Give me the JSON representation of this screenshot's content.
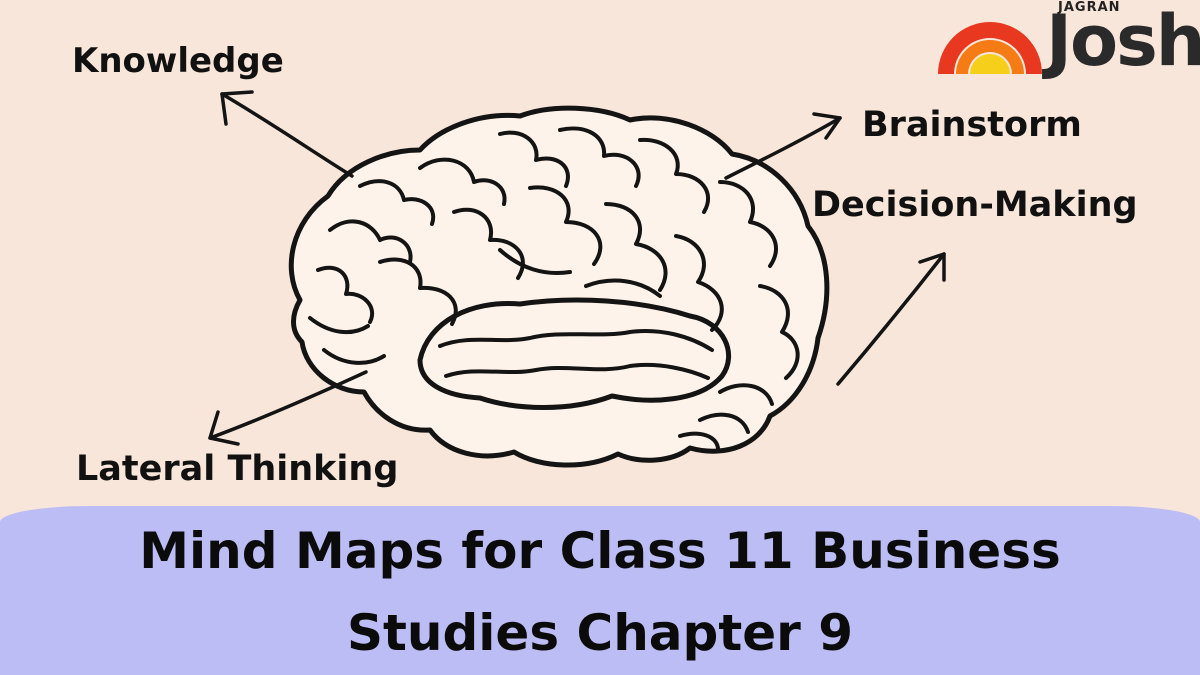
{
  "labels": {
    "knowledge": "Knowledge",
    "brainstorm": "Brainstorm",
    "decision_making": "Decision-Making",
    "lateral_thinking": "Lateral Thinking"
  },
  "banner": {
    "title_line1": "Mind Maps for Class 11 Business",
    "title_line2": "Studies Chapter 9"
  },
  "logo": {
    "small_text": "JAGRAN",
    "big_text": "Josh"
  },
  "colors": {
    "background": "#f8e6da",
    "banner": "#bdbdf6",
    "ink": "#111111",
    "logo_red": "#e8381f",
    "logo_orange": "#f57b14",
    "logo_yellow": "#f6cf1b"
  },
  "icons": [
    "brain-illustration",
    "arrow-icon",
    "jagran-josh-logo"
  ]
}
